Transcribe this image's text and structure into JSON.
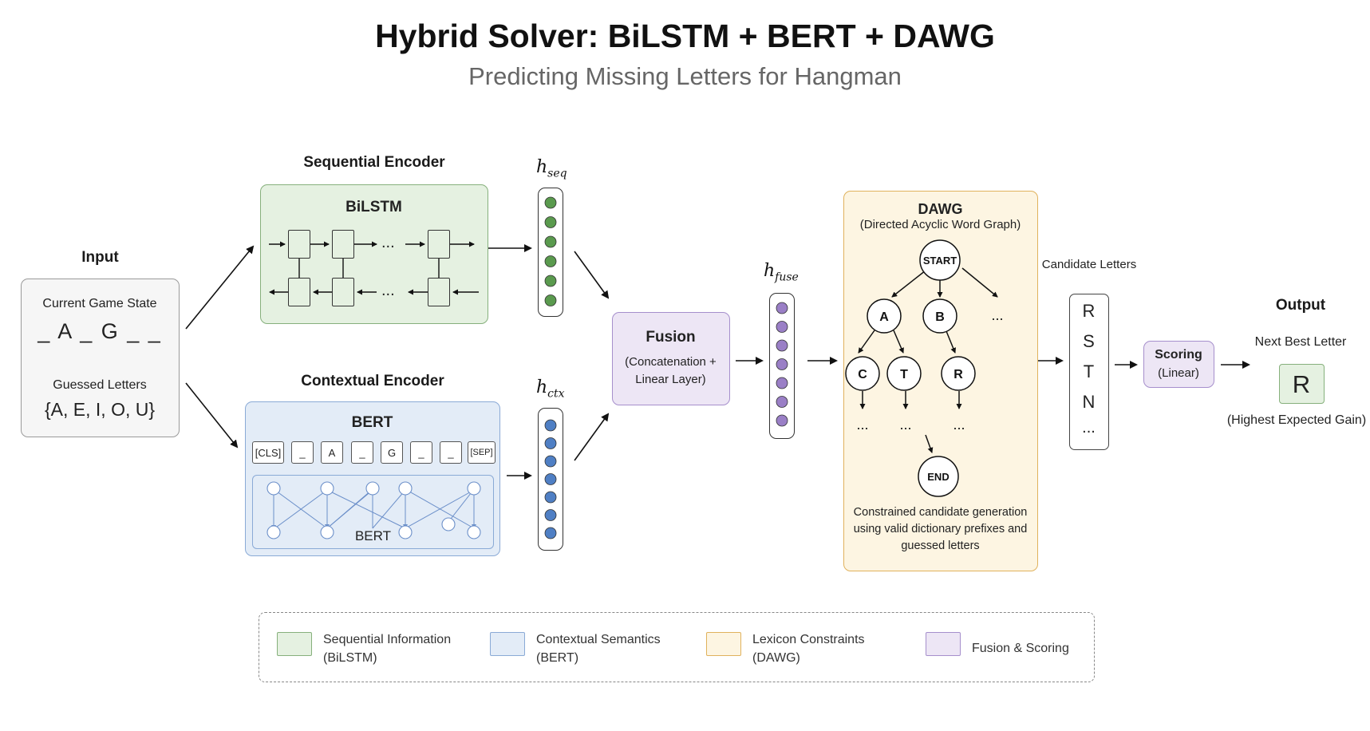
{
  "title": "Hybrid Solver: BiLSTM + BERT + DAWG",
  "subtitle": "Predicting Missing Letters for Hangman",
  "input": {
    "header": "Input",
    "state_label": "Current Game State",
    "state_value": "_ A _ G _ _",
    "guessed_label": "Guessed Letters",
    "guessed_value": "{A, E, I, O, U}"
  },
  "sequential": {
    "header": "Sequential Encoder",
    "model": "BiLSTM",
    "ellipsis": "..."
  },
  "contextual": {
    "header": "Contextual Encoder",
    "model": "BERT",
    "tokens": [
      "[CLS]",
      "_",
      "A",
      "_",
      "G",
      "_",
      "_",
      "[SEP]"
    ],
    "inner_label": "BERT"
  },
  "vectors": {
    "seq": {
      "symbol": "h",
      "sub": "seq",
      "color": "#5a9a4e"
    },
    "ctx": {
      "symbol": "h",
      "sub": "ctx",
      "color": "#4f7fc4"
    },
    "fuse": {
      "symbol": "h",
      "sub": "fuse",
      "color": "#9a7fc6"
    }
  },
  "fusion": {
    "title": "Fusion",
    "desc": "(Concatenation + Linear Layer)"
  },
  "dawg": {
    "title": "DAWG",
    "subtitle": "(Directed Acyclic Word Graph)",
    "nodes": {
      "start": "START",
      "a": "A",
      "b": "B",
      "c": "C",
      "t": "T",
      "r": "R",
      "end": "END"
    },
    "ellipsis": "...",
    "note": "Constrained candidate generation using valid dictionary prefixes and guessed letters"
  },
  "candidates": {
    "label": "Candidate Letters",
    "letters": [
      "R",
      "S",
      "T",
      "N",
      "..."
    ]
  },
  "scoring": {
    "title": "Scoring",
    "desc": "(Linear)"
  },
  "output": {
    "header": "Output",
    "label": "Next Best Letter",
    "letter": "R",
    "note": "(Highest Expected Gain)"
  },
  "legend": [
    {
      "name": "Sequential Information",
      "sub": "(BiLSTM)",
      "fill": "#e5f1e1",
      "stroke": "#86b07c"
    },
    {
      "name": "Contextual Semantics",
      "sub": "(BERT)",
      "fill": "#e3ecf7",
      "stroke": "#8aaad6"
    },
    {
      "name": "Lexicon Constraints",
      "sub": "(DAWG)",
      "fill": "#fdf5e2",
      "stroke": "#e0b25d"
    },
    {
      "name": "Fusion & Scoring",
      "sub": "",
      "fill": "#ede6f5",
      "stroke": "#a68fcc"
    }
  ]
}
